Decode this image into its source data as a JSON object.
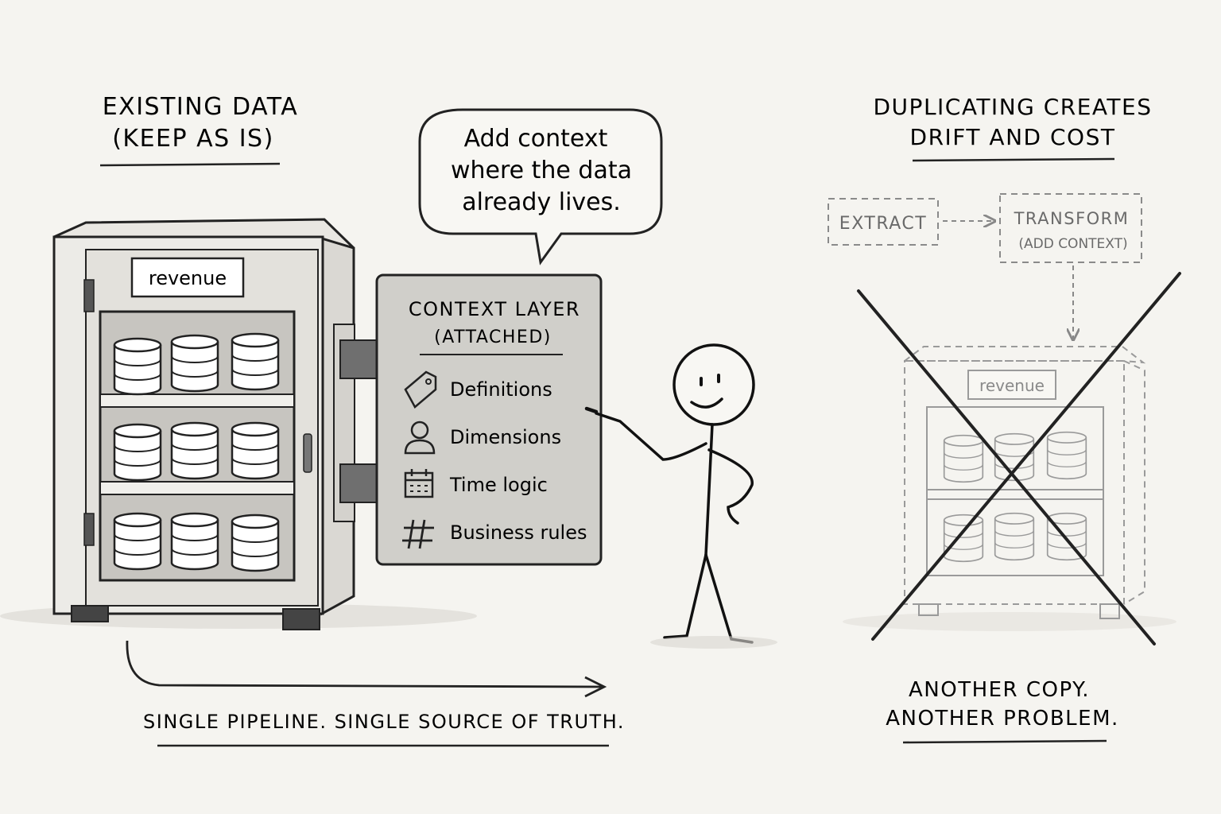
{
  "left": {
    "title_line1": "EXISTING DATA",
    "title_line2": "(KEEP AS IS)",
    "cabinet_label": "revenue",
    "footer": "SINGLE PIPELINE. SINGLE SOURCE OF TRUTH."
  },
  "speech": {
    "line1": "Add context",
    "line2": "where the data",
    "line3": "already lives."
  },
  "context_panel": {
    "title_line1": "CONTEXT LAYER",
    "title_line2": "(ATTACHED)",
    "items": [
      {
        "icon": "tag-icon",
        "label": "Definitions"
      },
      {
        "icon": "person-icon",
        "label": "Dimensions"
      },
      {
        "icon": "calendar-icon",
        "label": "Time logic"
      },
      {
        "icon": "hash-icon",
        "label": "Business rules"
      }
    ]
  },
  "right": {
    "title_line1": "DUPLICATING CREATES",
    "title_line2": "DRIFT AND COST",
    "extract_label": "EXTRACT",
    "transform_line1": "TRANSFORM",
    "transform_line2": "(ADD CONTEXT)",
    "copy_label": "revenue",
    "footer_line1": "ANOTHER COPY.",
    "footer_line2": "ANOTHER PROBLEM."
  }
}
